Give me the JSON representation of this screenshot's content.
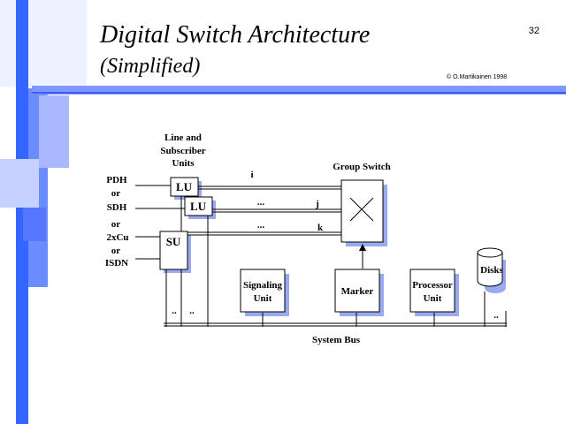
{
  "slide": {
    "title": "Digital Switch Architecture",
    "subtitle": "(Simplified)",
    "page_number": "32",
    "copyright": "© O.Martikainen 1998",
    "colors": {
      "accent_blue": "#3366ff",
      "light_blue": "#99aaff",
      "shadow_blue": "#99aaee"
    }
  },
  "diagram": {
    "line_units_label": [
      "Line and",
      "Subscriber",
      "Units"
    ],
    "group_switch_label": "Group Switch",
    "inputs": {
      "pdh": "PDH",
      "or1": "or",
      "sdh": "SDH",
      "or2": "or",
      "cu": "2xCu",
      "or3": "or",
      "isdn": "ISDN"
    },
    "blocks": {
      "lu1": "LU",
      "lu2": "LU",
      "su": "SU",
      "signaling": [
        "Signaling",
        "Unit"
      ],
      "marker": "Marker",
      "processor": [
        "Processor",
        "Unit"
      ],
      "disks": "Disks"
    },
    "link_labels": {
      "i": "i",
      "j": "j",
      "k": "k",
      "dots1": "...",
      "dots2": "..."
    },
    "bus_dots": {
      "d1": "..",
      "d2": "..",
      "d3": ".."
    },
    "system_bus": "System Bus"
  }
}
